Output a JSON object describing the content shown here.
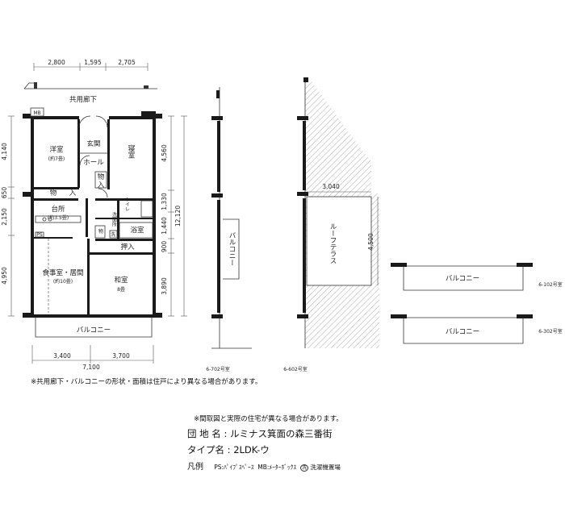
{
  "plan": {
    "corridor_label": "共用廊下",
    "mb_label": "MB",
    "rooms": {
      "western": "洋室",
      "western_size": "(約7畳)",
      "genkan": "玄関",
      "hall": "ホール",
      "storage_a": "物",
      "storage_b": "入",
      "bedroom": "寝室",
      "kitchen": "台所",
      "kitchen_size": "(約3.5畳)",
      "toilet": "トイレ",
      "washroom": "洗面所",
      "bath": "浴室",
      "wash_mark": "洗",
      "ps_label": "PS",
      "oshiire": "押入",
      "dining": "食事室・居間",
      "dining_size": "(約10畳)",
      "washitsu": "和室",
      "washitsu_size": "8畳",
      "balcony": "バルコニー",
      "roof_terrace": "ルーフテラス",
      "balcony_vertical": "バルコニー"
    },
    "dims": {
      "top": [
        "2,800",
        "1,595",
        "2,705"
      ],
      "left": [
        "4,140",
        "650",
        "2,150",
        "4,950"
      ],
      "right_inner": [
        "4,560",
        "1,330",
        "1,440",
        "900",
        "3,890"
      ],
      "total_height": "12,120",
      "bottom": [
        "3,400",
        "3,700"
      ],
      "bottom_total": "7,100",
      "terrace_width": "3,040",
      "terrace_depth": "4,500"
    },
    "units": {
      "u702": "6-702号室",
      "u602": "6-602号室",
      "u102": "6-102号室",
      "u302": "6-302号室"
    }
  },
  "notes": {
    "note1": "※共用廊下・バルコニーの形状・面積は住戸により異なる場合があります。",
    "note2": "※間取図と実際の住宅が異なる場合があります。"
  },
  "info": {
    "name_label": "団 地 名",
    "name_value": "ルミナス箕面の森三番街",
    "type_label": "タイプ名",
    "type_value": "2LDK-ウ",
    "legend_label": "凡例",
    "legend_ps": "PS:ﾊﾟｲﾌﾟｽﾍﾟｰｽ",
    "legend_mb": "MB:ﾒｰﾀｰﾎﾞｯｸｽ",
    "legend_wash_mark": "洗",
    "legend_wash": "洗濯機置場",
    "colon": ":"
  }
}
